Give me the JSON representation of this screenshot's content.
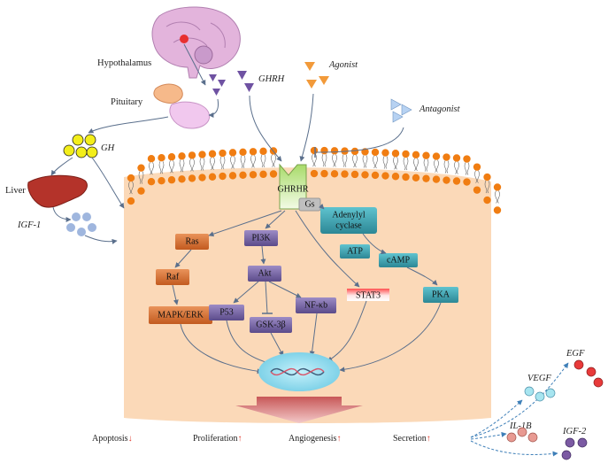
{
  "organs": {
    "hypothalamus": "Hypothalamus",
    "pituitary": "Pituitary",
    "liver": "Liver"
  },
  "ligands": {
    "ghrh": "GHRH",
    "agonist": "Agonist",
    "antagonist": "Antagonist",
    "gh": "GH",
    "igf1": "IGF-1"
  },
  "receptor": {
    "name": "GHRHR",
    "gs": "Gs"
  },
  "nodes": {
    "ras": "Ras",
    "raf": "Raf",
    "mapk": "MAPK/ERK",
    "pi3k": "PI3K",
    "akt": "Akt",
    "p53": "P53",
    "gsk": "GSK-3β",
    "nfkb": "NF-κb",
    "adenylyl_line1": "Adenylyl",
    "adenylyl_line2": "cyclase",
    "atp": "ATP",
    "camp": "cAMP",
    "stat3": "STAT3",
    "pka": "PKA"
  },
  "outcomes": [
    {
      "label": "Apoptosis",
      "arrow": "↓"
    },
    {
      "label": "Proliferation",
      "arrow": "↑"
    },
    {
      "label": "Angiogenesis",
      "arrow": "↑"
    },
    {
      "label": "Secretion",
      "arrow": "↑"
    }
  ],
  "factors": {
    "vegf": "VEGF",
    "egf": "EGF",
    "il1b": "IL-1B",
    "igf2": "IGF-2"
  },
  "colors": {
    "cell": "#fbd9b8",
    "lipid_head": "#f07d12",
    "ras_path": "#cf6a2a",
    "pi3k_path": "#7d6aa8",
    "camp_path": "#3ea0ae",
    "red_arrow": "#e23b2e"
  }
}
